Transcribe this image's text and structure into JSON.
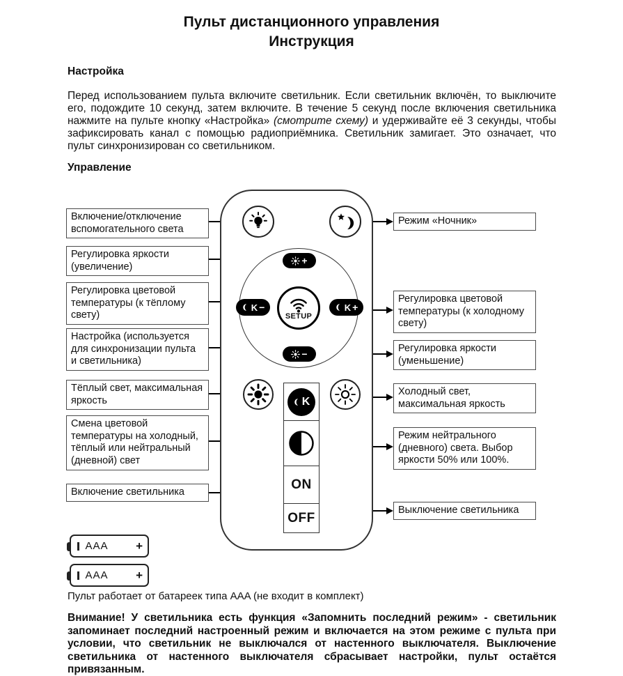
{
  "title": {
    "line1": "Пульт дистанционного управления",
    "line2": "Инструкция"
  },
  "setup": {
    "heading": "Настройка",
    "text_before": "Перед использованием пульта включите светильник. Если светильник включён, то выключите его, подождите 10 секунд, затем включите. В течение 5 секунд после включения светильника нажмите на пульте кнопку «Настройка» ",
    "text_italic": "(смотрите схему)",
    "text_after": " и удерживайте её 3 секунды, чтобы зафиксировать канал с помощью радиоприёмника. Светильник замигает. Это означает, что пульт синхронизирован со светильником."
  },
  "control": {
    "heading": "Управление"
  },
  "diagram": {
    "left_labels": [
      {
        "text": "Включение/отключение вспомогательного света"
      },
      {
        "text": "Регулировка яркости (увеличение)"
      },
      {
        "text": "Регулировка цветовой температуры (к тёплому свету)"
      },
      {
        "text": "Настройка (используется для синхронизации пульта и светильника)"
      },
      {
        "text": "Тёплый свет, максимальная яркость"
      },
      {
        "text": "Смена цветовой температуры на холодный, тёплый или нейтральный (дневной) свет"
      },
      {
        "text": "Включение светильника"
      }
    ],
    "right_labels": [
      {
        "text": "Режим «Ночник»"
      },
      {
        "text": "Регулировка цветовой температуры (к холодному свету)"
      },
      {
        "text": "Регулировка яркости (уменьшение)"
      },
      {
        "text": "Холодный свет, максимальная яркость"
      },
      {
        "text": "Режим нейтрального (дневного) света. Выбор яркости 50% или 100%."
      },
      {
        "text": "Выключение светильника"
      }
    ],
    "remote": {
      "setup_label": "SETUP",
      "on_label": "ON",
      "off_label": "OFF",
      "k_letter": "K",
      "plus_sign": "+",
      "minus_sign": "−"
    }
  },
  "battery": {
    "label": "AAA",
    "plus": "+",
    "caption": "Пульт работает от батареек типа AAA (не входит в комплект)"
  },
  "warning": {
    "text": "Внимание! У светильника есть функция «Запомнить последний режим» - светильник запоминает последний настроенный режим и включается на этом режиме с пульта при условии, что светильник не выключался от настенного выключателя. Выключение светильника от настенного выключателя сбрасывает настройки, пульт остаётся привязанным."
  }
}
